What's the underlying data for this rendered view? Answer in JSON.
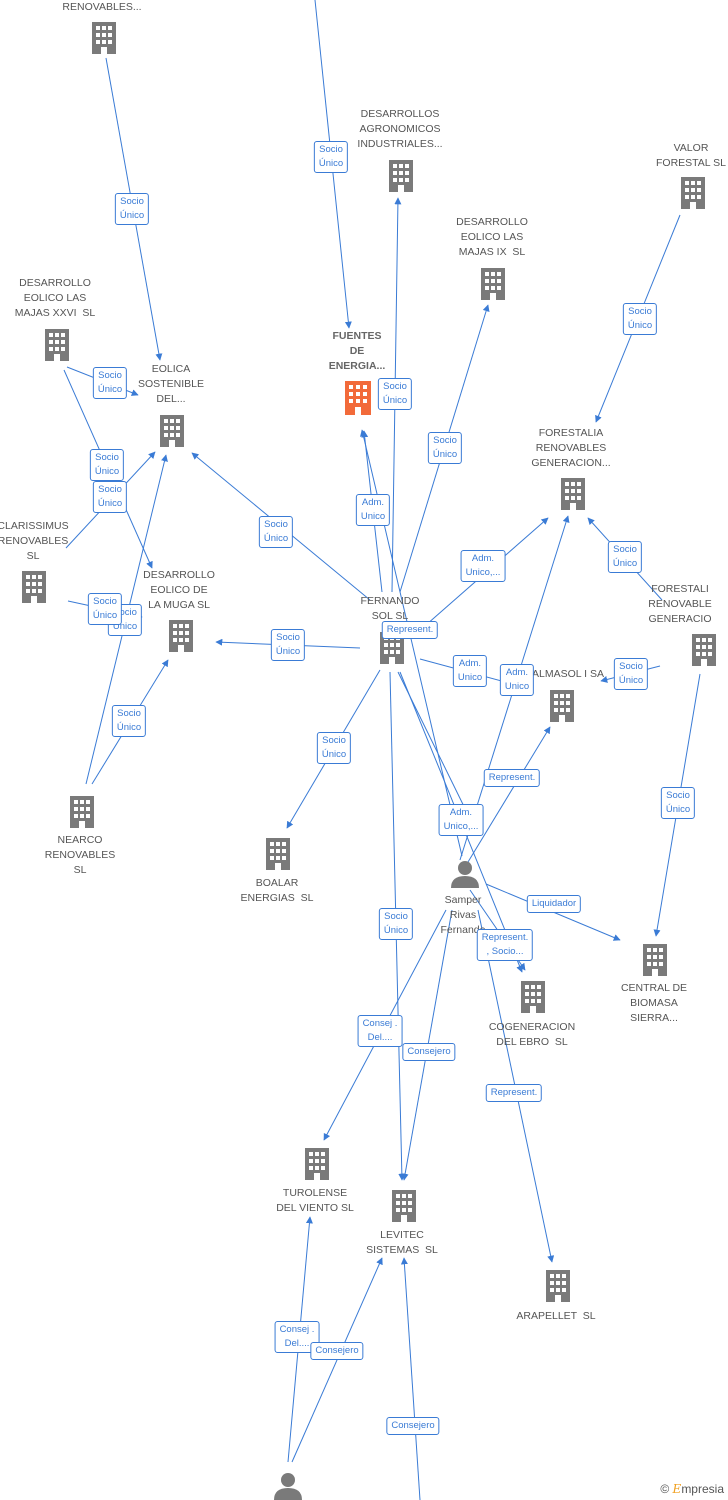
{
  "colors": {
    "edge": "#3a7bd5",
    "building": "#7a7a7a",
    "highlight": "#f26a3a",
    "person": "#7a7a7a"
  },
  "nodes": {
    "renovables_top": {
      "label": "RENOVABLES...",
      "icon": "building-icon"
    },
    "desarrollos_agronomicos": {
      "label": "DESARROLLOS\nAGRONOMICOS\nINDUSTRIALES...",
      "icon": "building-icon"
    },
    "valor_forestal": {
      "label": "VALOR\nFORESTAL SL",
      "icon": "building-icon"
    },
    "desarrollo_eolico_ix": {
      "label": "DESARROLLO\nEOLICO LAS\nMAJAS IX  SL",
      "icon": "building-icon"
    },
    "desarrollo_eolico_xxvi": {
      "label": "DESARROLLO\nEOLICO LAS\nMAJAS XXVI  SL",
      "icon": "building-icon"
    },
    "fuentes_energia": {
      "label": "FUENTES\nDE\nENERGIA...",
      "icon": "building-icon"
    },
    "eolica_sostenible": {
      "label": "EOLICA\nSOSTENIBLE\nDEL...",
      "icon": "building-icon"
    },
    "forestalia_generacion": {
      "label": "FORESTALIA\nRENOVABLES\nGENERACION...",
      "icon": "building-icon"
    },
    "clarissimus": {
      "label": "CLARISSIMUS\nRENOVABLES\nSL",
      "icon": "building-icon"
    },
    "desarrollo_la_muga": {
      "label": "DESARROLLO\nEOLICO DE\nLA MUGA SL",
      "icon": "building-icon"
    },
    "fernando_sol": {
      "label": "FERNANDO\nSOL SL",
      "icon": "building-icon"
    },
    "forestalia_right": {
      "label": "FORESTALI\nRENOVABLE\nGENERACIO",
      "icon": "building-icon"
    },
    "almasol": {
      "label": "ALMASOL I SA",
      "icon": "building-icon"
    },
    "nearco": {
      "label": "NEARCO\nRENOVABLES\nSL",
      "icon": "building-icon"
    },
    "boalar": {
      "label": "BOALAR\nENERGIAS  SL",
      "icon": "building-icon"
    },
    "samper": {
      "label": "Samper\nRivas\nFernando",
      "icon": "person-icon"
    },
    "central_biomasa": {
      "label": "CENTRAL DE\nBIOMASA\nSIERRA...",
      "icon": "building-icon"
    },
    "cogeneracion_ebro": {
      "label": "COGENERACION\nDEL EBRO  SL",
      "icon": "building-icon"
    },
    "turolense": {
      "label": "TUROLENSE\nDEL VIENTO SL",
      "icon": "building-icon"
    },
    "levitec": {
      "label": "LEVITEC\nSISTEMAS  SL",
      "icon": "building-icon"
    },
    "arapellet": {
      "label": "ARAPELLET  SL",
      "icon": "building-icon"
    },
    "person_bottom": {
      "label": "",
      "icon": "person-icon"
    }
  },
  "edge_labels": {
    "socio_unico": "Socio\nÚnico",
    "adm_unico": "Adm.\nUnico",
    "adm_unico_ell": "Adm.\nUnico,...",
    "represent": "Represent.",
    "represent_socio": "Represent.\n, Socio...",
    "liquidador": "Liquidador",
    "consej_del": "Consej .\nDel....",
    "consejero": "Consejero"
  },
  "footer": {
    "copyright": "©",
    "brand_initial": "E",
    "brand_rest": "mpresia"
  }
}
